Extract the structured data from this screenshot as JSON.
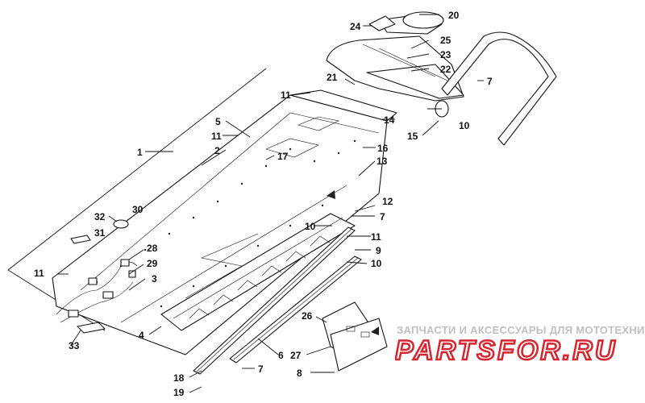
{
  "callouts": {
    "c1": "1",
    "c2": "2",
    "c3": "3",
    "c4": "4",
    "c5": "5",
    "c6": "6",
    "c7a": "7",
    "c7b": "7",
    "c7c": "7",
    "c8": "8",
    "c9": "9",
    "c10a": "10",
    "c10b": "10",
    "c10c": "10",
    "c11a": "11",
    "c11b": "11",
    "c11c": "11",
    "c11d": "11",
    "c12": "12",
    "c13": "13",
    "c14": "14",
    "c15": "15",
    "c16": "16",
    "c17": "17",
    "c18": "18",
    "c19": "19",
    "c20": "20",
    "c21": "21",
    "c22": "22",
    "c23": "23",
    "c24": "24",
    "c25": "25",
    "c26": "26",
    "c27": "27",
    "c28": "28",
    "c29": "29",
    "c30": "30",
    "c31": "31",
    "c32": "32",
    "c33": "33"
  },
  "watermark": {
    "subtitle": "ЗАПЧАСТИ И АКСЕССУАРЫ ДЛЯ МОТОТЕХНИКИ",
    "logo_text": "PARTSFOR.RU",
    "color": "#d9232d"
  }
}
